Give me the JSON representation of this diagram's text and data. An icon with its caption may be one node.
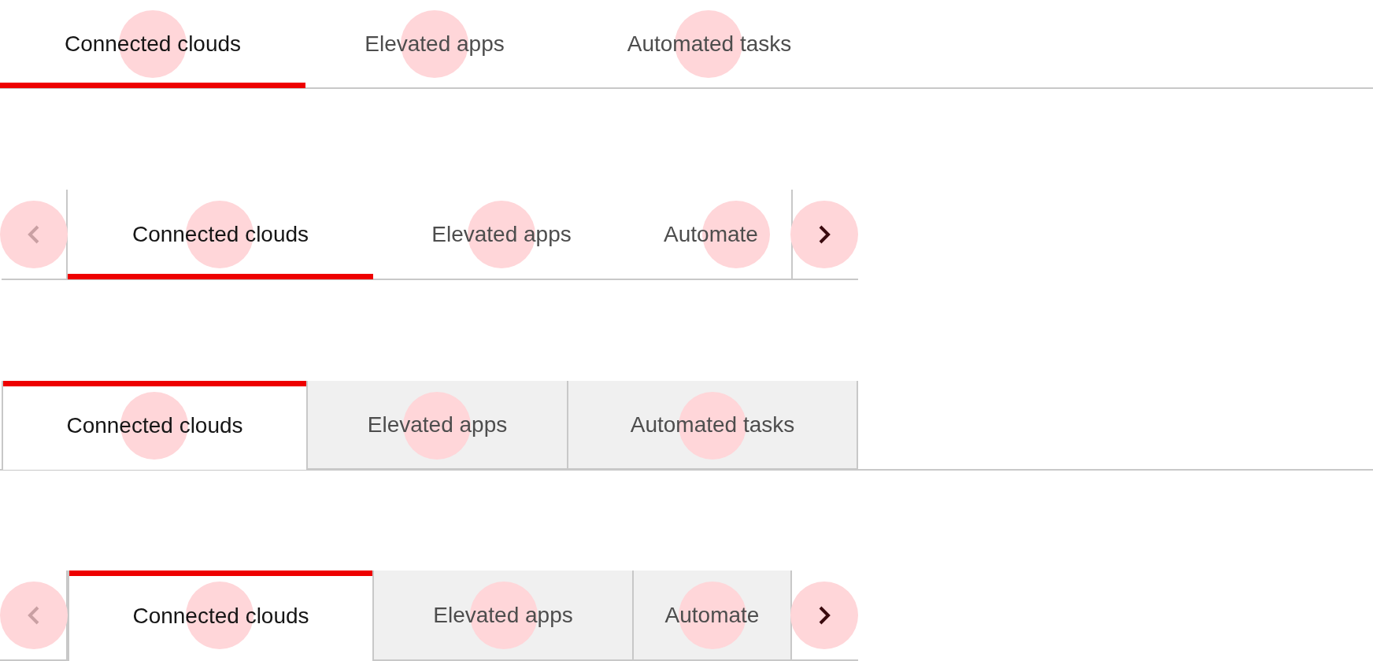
{
  "diagram": {
    "nodes": [
      {
        "text": [
          "Connected clouds"
        ]
      },
      {
        "text": [
          "Elevated apps"
        ]
      },
      {
        "text": [
          "Automated tasks"
        ]
      },
      {
        "text": [
          "Connected clouds"
        ]
      },
      {
        "text": [
          "Elevated apps"
        ]
      },
      {
        "text": [
          "Automate"
        ]
      },
      {
        "text": [
          "Connected clouds"
        ]
      },
      {
        "text": [
          "Elevated apps"
        ]
      },
      {
        "text": [
          "Automated tasks"
        ]
      },
      {
        "text": [
          "Connected clouds"
        ]
      },
      {
        "text": [
          "Elevated apps"
        ]
      },
      {
        "text": [
          "Automate"
        ]
      }
    ]
  }
}
